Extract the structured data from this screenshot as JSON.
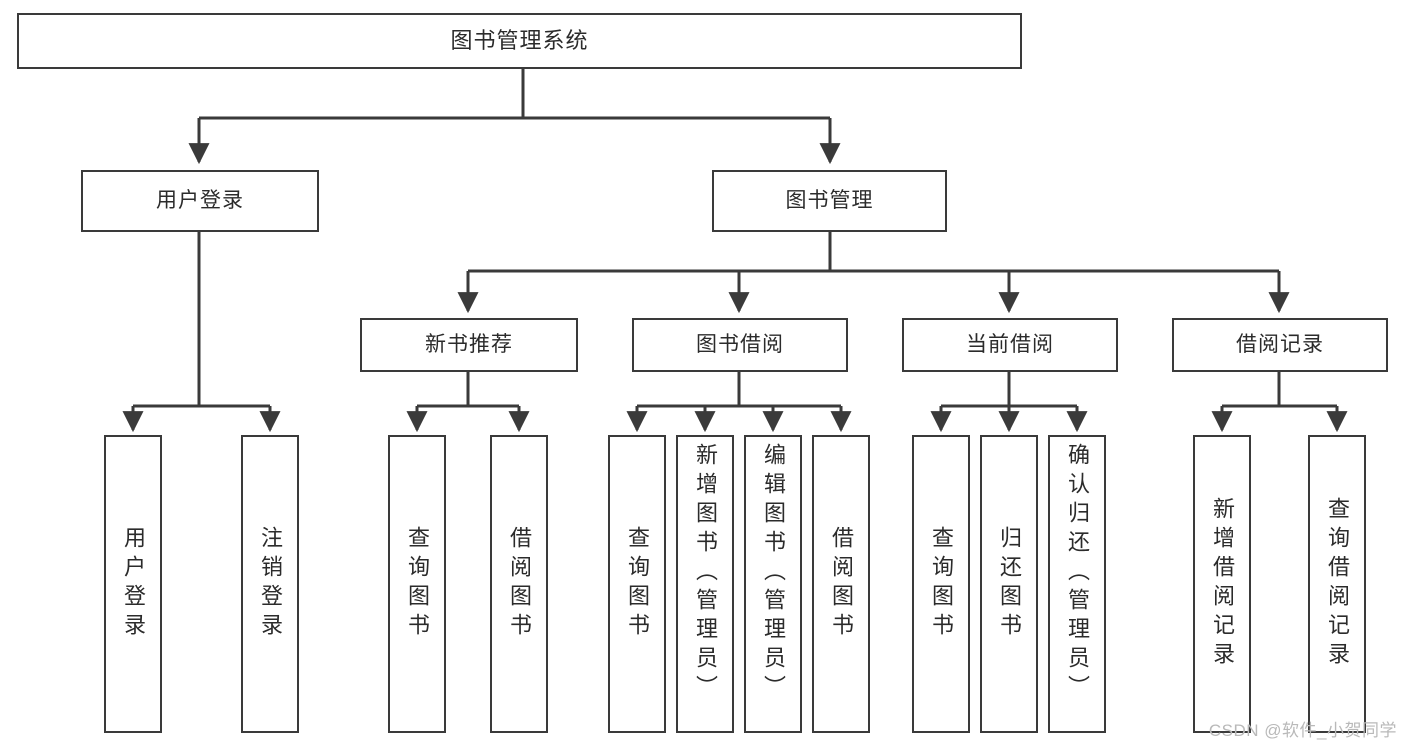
{
  "diagram": {
    "title": "图书管理系统",
    "type": "tree",
    "root": {
      "label": "图书管理系统"
    },
    "level2": [
      {
        "label": "用户登录"
      },
      {
        "label": "图书管理"
      }
    ],
    "level3": [
      {
        "label": "新书推荐"
      },
      {
        "label": "图书借阅"
      },
      {
        "label": "当前借阅"
      },
      {
        "label": "借阅记录"
      }
    ],
    "leaves": {
      "user_login": [
        {
          "label": "用户登录"
        },
        {
          "label": "注销登录"
        }
      ],
      "new_book_recommend": [
        {
          "label": "查询图书"
        },
        {
          "label": "借阅图书"
        }
      ],
      "book_borrow": [
        {
          "label": "查询图书"
        },
        {
          "label": "新增图书（管理员）"
        },
        {
          "label": "编辑图书（管理员）"
        },
        {
          "label": "借阅图书"
        }
      ],
      "current_borrow": [
        {
          "label": "查询图书"
        },
        {
          "label": "归还图书"
        },
        {
          "label": "确认归还（管理员）"
        }
      ],
      "borrow_records": [
        {
          "label": "新增借阅记录"
        },
        {
          "label": "查询借阅记录"
        }
      ]
    }
  },
  "watermark": {
    "text": "CSDN @软件_小贺同学"
  },
  "colors": {
    "stroke": "#3a3a3a",
    "text": "#2b2b2b",
    "background": "#ffffff",
    "watermark": "#b9b9b9"
  }
}
